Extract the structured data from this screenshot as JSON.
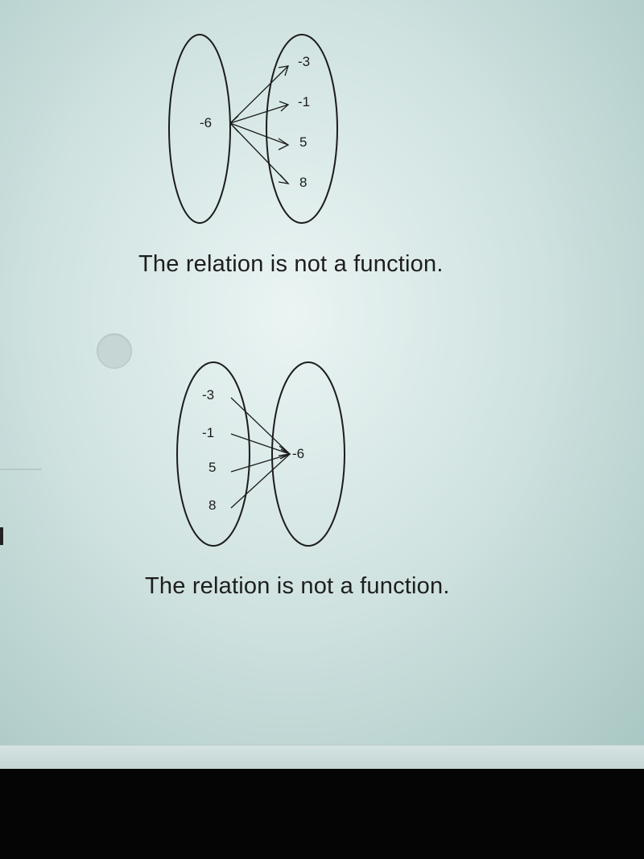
{
  "options": [
    {
      "id": "option-1",
      "domain_values": [
        "-6"
      ],
      "range_values": [
        "-3",
        "-1",
        "5",
        "8"
      ],
      "statement": "The relation is not a function."
    },
    {
      "id": "option-2",
      "domain_values": [
        "-3",
        "-1",
        "5",
        "8"
      ],
      "range_values": [
        "-6"
      ],
      "statement": "The relation is not a function."
    }
  ],
  "colors": {
    "ink": "#1c1c1c",
    "radio_fill": "#c5d6d4"
  }
}
